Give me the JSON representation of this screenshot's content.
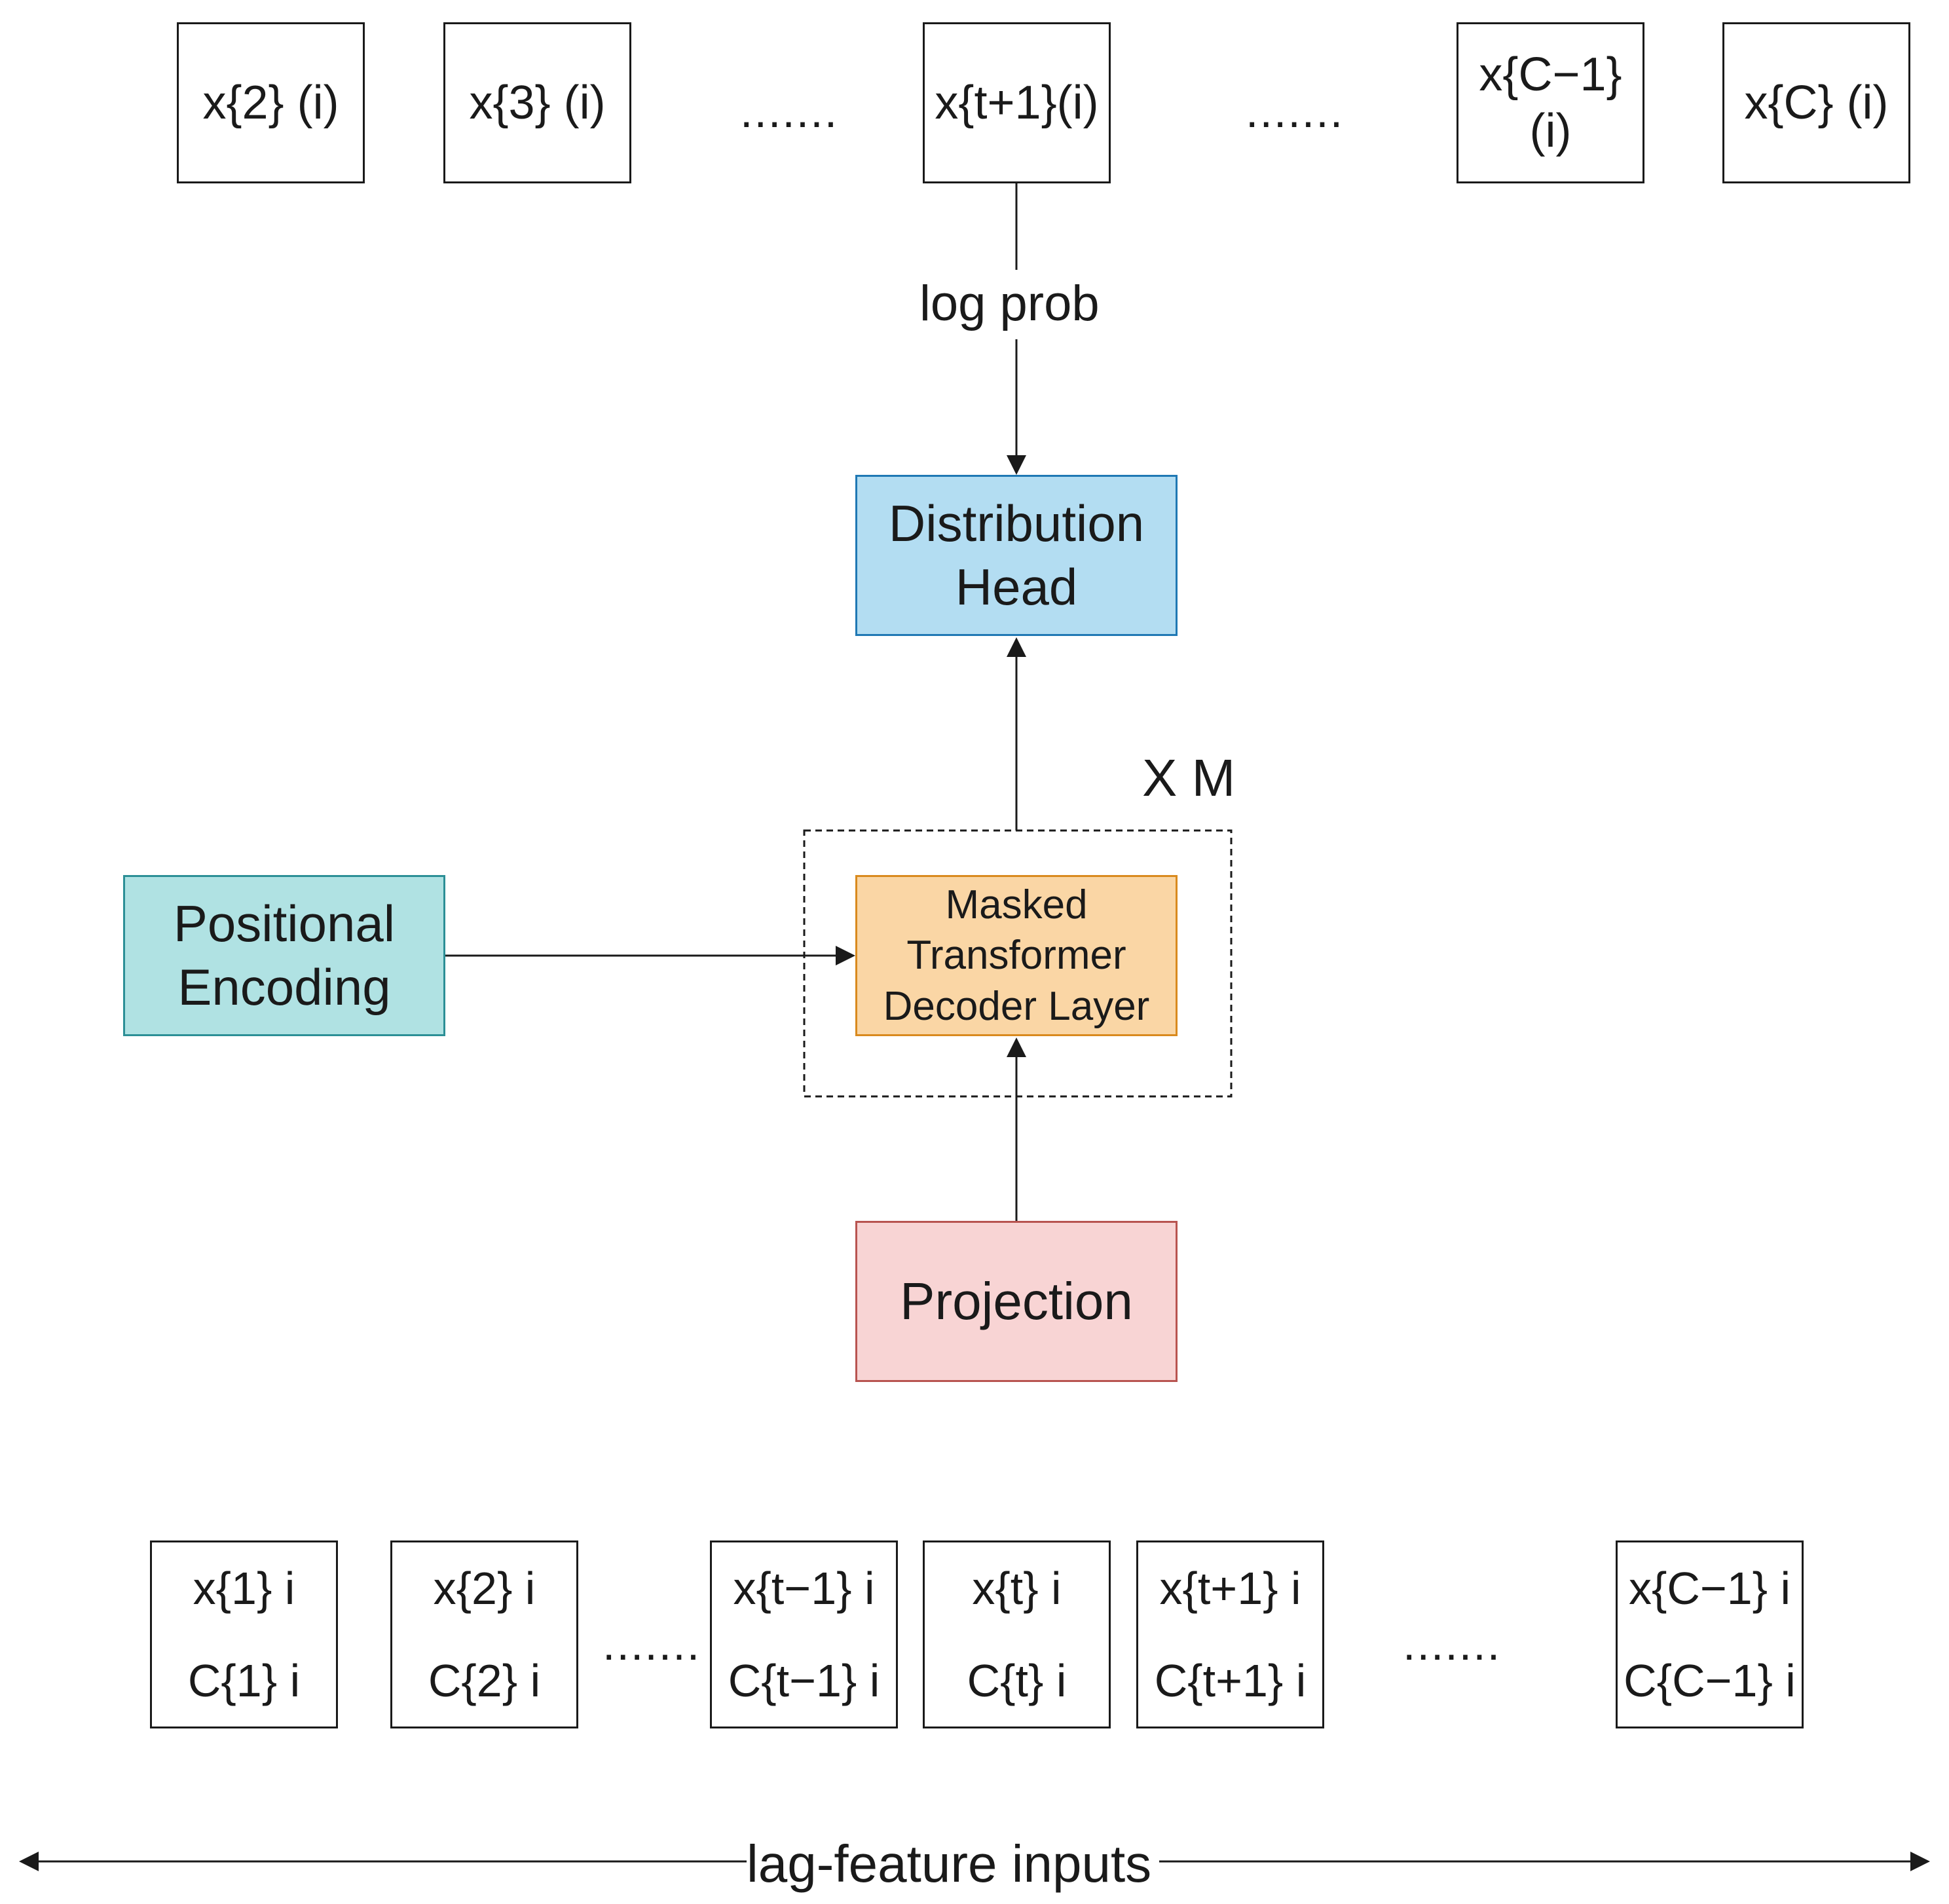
{
  "outputs": [
    {
      "text": "x{2} (i)"
    },
    {
      "text": "x{3} (i)"
    },
    {
      "text": "x{t+1}(i)"
    },
    {
      "line1": "x{C−1}",
      "line2": "(i)"
    },
    {
      "text": "x{C} (i)"
    }
  ],
  "ellipsis": ".......",
  "edge_label": "log prob",
  "distribution_head": {
    "line1": "Distribution",
    "line2": "Head"
  },
  "repeat_label": "X M",
  "positional_encoding": {
    "line1": "Positional",
    "line2": "Encoding"
  },
  "decoder_layer": {
    "line1": "Masked",
    "line2": "Transformer",
    "line3": "Decoder Layer"
  },
  "projection": "Projection",
  "inputs": [
    {
      "x": "x{1} i",
      "c": "C{1} i"
    },
    {
      "x": "x{2} i",
      "c": "C{2} i"
    },
    {
      "x": "x{t−1} i",
      "c": "C{t−1} i"
    },
    {
      "x": "x{t} i",
      "c": "C{t} i"
    },
    {
      "x": "x{t+1} i",
      "c": "C{t+1} i"
    },
    {
      "x": "x{C−1} i",
      "c": "C{C−1} i"
    }
  ],
  "axis_label": "lag-feature inputs"
}
